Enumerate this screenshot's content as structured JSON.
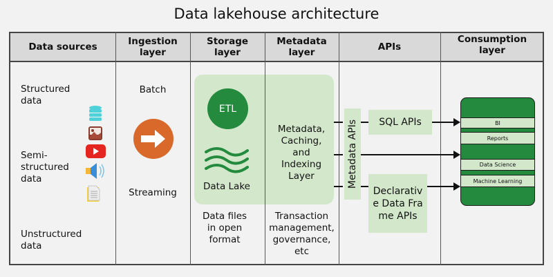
{
  "title": "Data lakehouse architecture",
  "columns": [
    {
      "header": "Data sources"
    },
    {
      "header": "Ingestion layer"
    },
    {
      "header": "Storage layer"
    },
    {
      "header": "Metadata layer"
    },
    {
      "header": "APIs"
    },
    {
      "header": "Consumption layer"
    }
  ],
  "data_sources": {
    "structured": "Structured data",
    "semi_structured": "Semi-structured data",
    "unstructured": "Unstructured data",
    "icons": [
      "database-icon",
      "image-icon",
      "video-play-icon",
      "speaker-icon",
      "document-icon"
    ]
  },
  "ingestion": {
    "batch": "Batch",
    "streaming": "Streaming",
    "icon": "arrow-right-icon"
  },
  "storage": {
    "etl": "ETL",
    "data_lake": "Data Lake",
    "note": "Data files in open format"
  },
  "metadata": {
    "layer": "Metadata, Caching, and Indexing Layer",
    "note": "Transaction management, governance, etc"
  },
  "apis": {
    "metadata_apis": "Metadata APIs",
    "sql_apis": "SQL APIs",
    "dataframe_apis": "Declarative Data Frame APIs"
  },
  "consumption": {
    "items": [
      "BI",
      "Reports",
      "Data Science",
      "Machine Learning"
    ]
  },
  "colors": {
    "green_dark": "#238a3e",
    "green_light": "#d3e8cb",
    "orange": "#d9692b",
    "header_bg": "#d9d9d9"
  }
}
